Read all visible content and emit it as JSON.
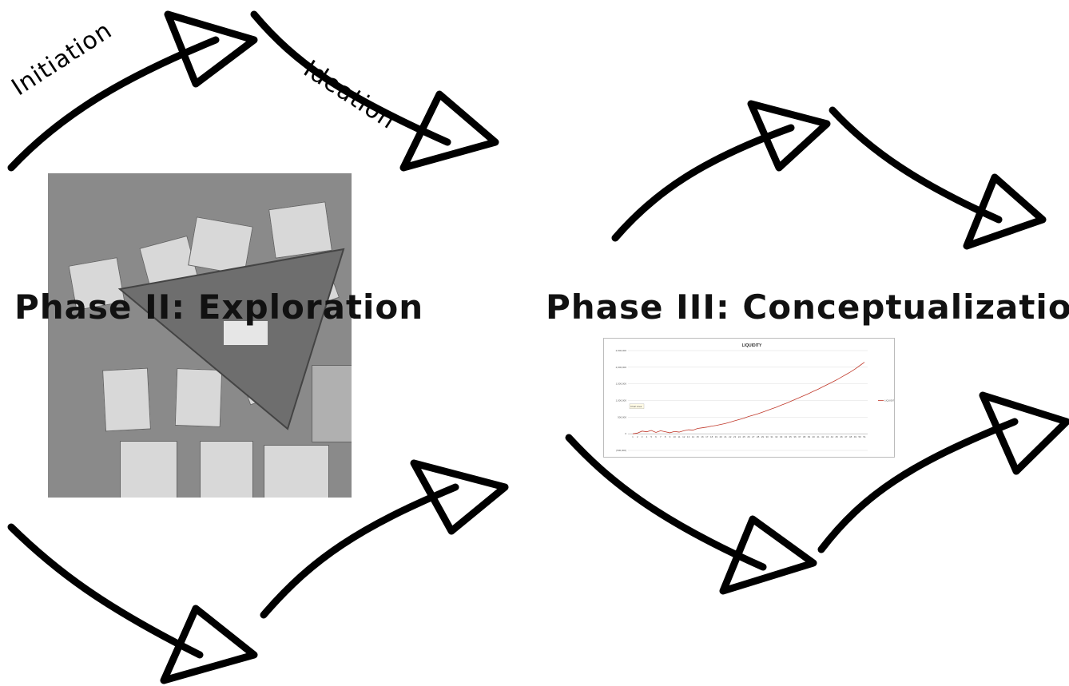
{
  "labels": {
    "initiation": "Initiation",
    "ideation": "Ideation",
    "phase2": "Phase II: Exploration",
    "phase3": "Phase III: Conceptualization"
  },
  "photo": {
    "description_icon": "photo-of-cards-icon"
  },
  "colors": {
    "stroke": "#000000",
    "chart_line": "#c0392b"
  },
  "chart_data": {
    "type": "line",
    "title": "LIQUIDITY",
    "legend": [
      "LIQUIDITY"
    ],
    "tooltip": "Chart Area",
    "yticks": [
      "2,500,000",
      "2,000,000",
      "1,500,000",
      "1,000,000",
      "500,000",
      "0",
      "(500,000)"
    ],
    "ylim": [
      -500000,
      2500000
    ],
    "x": [
      1,
      2,
      3,
      4,
      5,
      6,
      7,
      8,
      9,
      10,
      11,
      12,
      13,
      14,
      15,
      16,
      17,
      18,
      19,
      20,
      21,
      22,
      23,
      24,
      25,
      26,
      27,
      28,
      29,
      30,
      31,
      32,
      33,
      34,
      35,
      36,
      37,
      38,
      39,
      40,
      41,
      42,
      43,
      44,
      45,
      46,
      47,
      48,
      49,
      50,
      51
    ],
    "series": [
      {
        "name": "LIQUIDITY",
        "values": [
          0,
          20000,
          80000,
          60000,
          100000,
          40000,
          90000,
          60000,
          30000,
          70000,
          50000,
          90000,
          120000,
          110000,
          160000,
          180000,
          200000,
          230000,
          250000,
          280000,
          310000,
          350000,
          390000,
          430000,
          470000,
          520000,
          560000,
          600000,
          650000,
          700000,
          750000,
          800000,
          860000,
          910000,
          970000,
          1030000,
          1090000,
          1150000,
          1210000,
          1280000,
          1340000,
          1410000,
          1480000,
          1550000,
          1620000,
          1700000,
          1780000,
          1860000,
          1950000,
          2050000,
          2150000
        ]
      }
    ]
  }
}
